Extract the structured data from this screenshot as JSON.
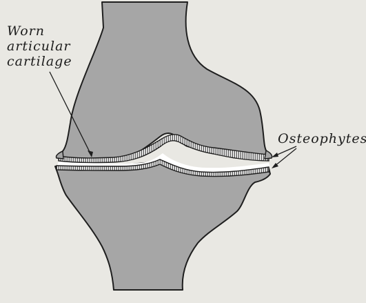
{
  "figure": {
    "labels": {
      "worn_cartilage": [
        "Worn",
        "articular",
        "cartilage"
      ],
      "osteophytes": "Osteophytes"
    }
  },
  "colors": {
    "background": "#e9e8e3",
    "bone": "#a6a6a6",
    "outline": "#1e1e1e",
    "cartilage_hatch": "#3a3a3a",
    "joint_space": "#ffffff"
  }
}
